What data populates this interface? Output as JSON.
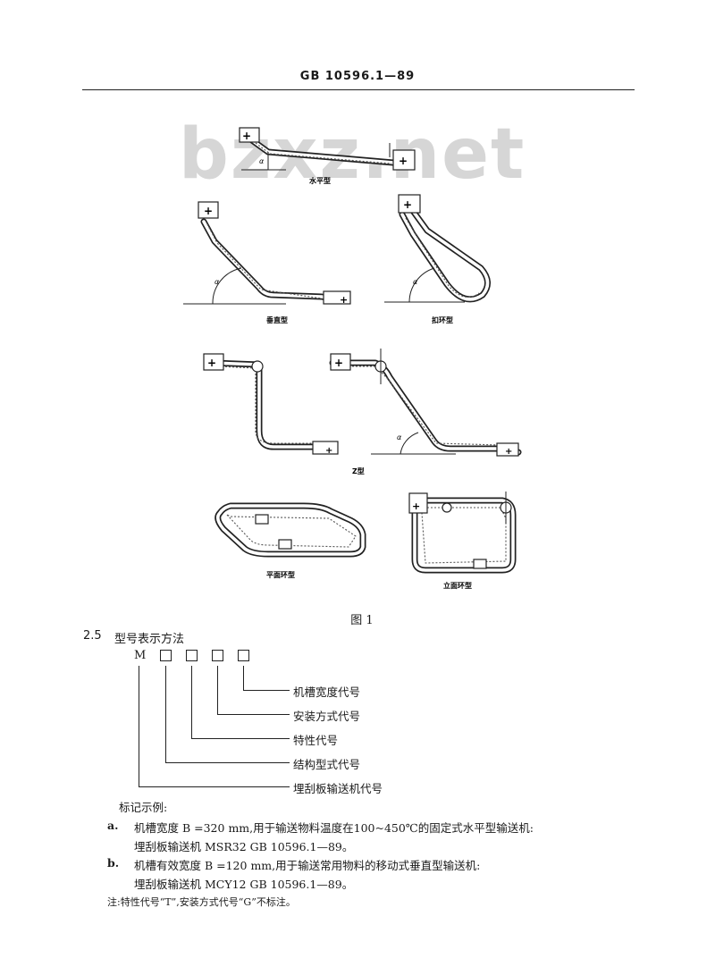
{
  "header": {
    "standard_code": "GB 10596.1—89"
  },
  "watermark": {
    "text": "bzxz.net"
  },
  "figure": {
    "diagram_labels": {
      "horizontal": "水平型",
      "vertical": "垂直型",
      "loop": "扣环型",
      "z_type": "Z型",
      "plane_loop": "平面环型",
      "vertical_loop": "立面环型",
      "angle_symbol": "α",
      "plus": "+"
    },
    "caption": "图 1"
  },
  "section": {
    "number": "2.5",
    "title": "型号表示方法",
    "code_letter": "M",
    "code_labels": [
      "机槽宽度代号",
      "安装方式代号",
      "特性代号",
      "结构型式代号",
      "埋刮板输送机代号"
    ]
  },
  "examples": {
    "heading": "标记示例:",
    "items": [
      {
        "marker": "a.",
        "line1": "机槽宽度 B =320 mm,用于输送物料温度在100~450℃的固定式水平型输送机:",
        "line2": "埋刮板输送机   MSR32   GB 10596.1—89。"
      },
      {
        "marker": "b.",
        "line1": "机槽有效宽度 B =120 mm,用于输送常用物料的移动式垂直型输送机:",
        "line2": "埋刮板输送机   MCY12   GB 10596.1—89。"
      }
    ],
    "note": "注:特性代号“T”,安装方式代号“G”不标注。"
  }
}
